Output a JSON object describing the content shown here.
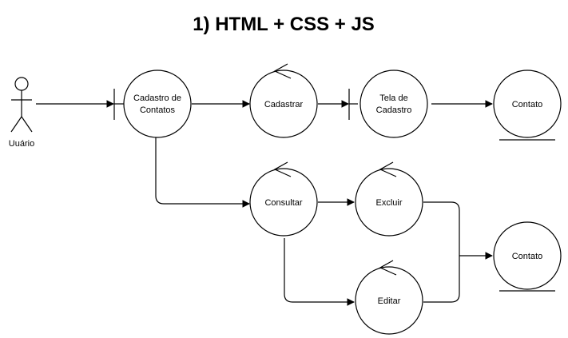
{
  "diagram": {
    "title": "1) HTML + CSS + JS",
    "actor": {
      "label": "Uuário"
    },
    "nodes": {
      "cadastro_contatos": {
        "line1": "Cadastro de",
        "line2": "Contatos"
      },
      "cadastrar": {
        "label": "Cadastrar"
      },
      "tela_cadastro": {
        "line1": "Tela de",
        "line2": "Cadastro"
      },
      "contato_top": {
        "label": "Contato"
      },
      "consultar": {
        "label": "Consultar"
      },
      "excluir": {
        "label": "Excluir"
      },
      "editar": {
        "label": "Editar"
      },
      "contato_bottom": {
        "label": "Contato"
      }
    }
  }
}
